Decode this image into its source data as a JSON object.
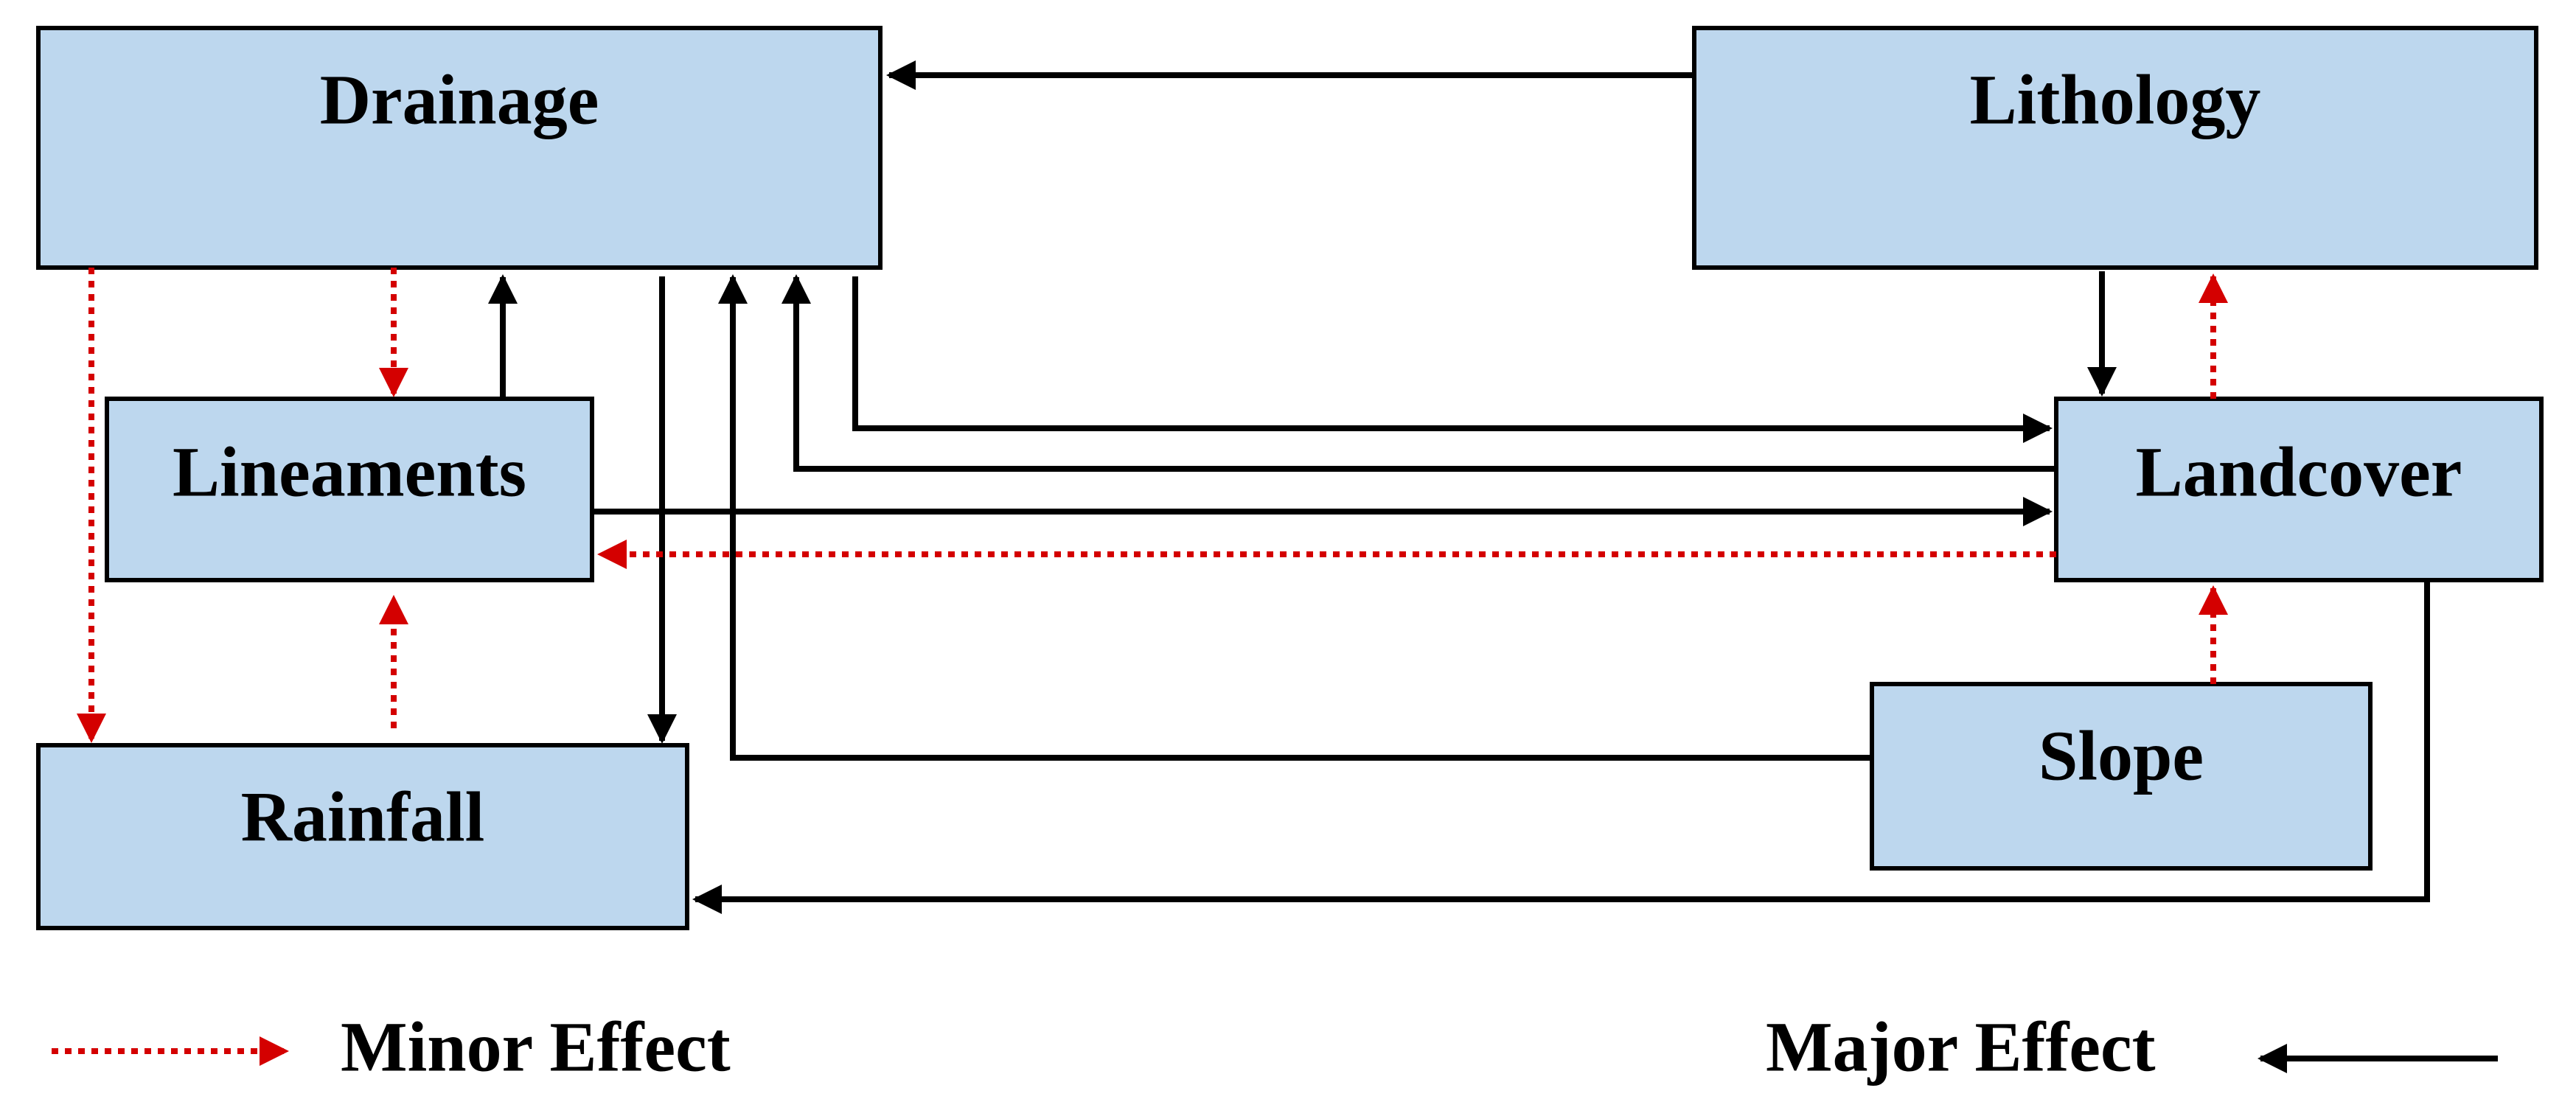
{
  "diagram": {
    "colors": {
      "box_fill": "#bdd7ee",
      "box_border": "#000000",
      "major": "#000000",
      "minor": "#d40000"
    },
    "nodes": {
      "drainage": "Drainage",
      "lithology": "Lithology",
      "lineaments": "Lineaments",
      "landcover": "Landcover",
      "slope": "Slope",
      "rainfall": "Rainfall"
    },
    "edges": [
      {
        "from": "Lithology",
        "to": "Drainage",
        "effect": "major"
      },
      {
        "from": "Lithology",
        "to": "Landcover",
        "effect": "major"
      },
      {
        "from": "Landcover",
        "to": "Lithology",
        "effect": "minor"
      },
      {
        "from": "Drainage",
        "to": "Lineaments",
        "effect": "minor"
      },
      {
        "from": "Lineaments",
        "to": "Drainage",
        "effect": "major"
      },
      {
        "from": "Drainage",
        "to": "Rainfall",
        "effect": "minor"
      },
      {
        "from": "Drainage",
        "to": "Rainfall",
        "effect": "major"
      },
      {
        "from": "Drainage",
        "to": "Landcover",
        "effect": "major"
      },
      {
        "from": "Landcover",
        "to": "Drainage",
        "effect": "major"
      },
      {
        "from": "Lineaments",
        "to": "Landcover",
        "effect": "major"
      },
      {
        "from": "Landcover",
        "to": "Lineaments",
        "effect": "minor"
      },
      {
        "from": "Rainfall",
        "to": "Lineaments",
        "effect": "minor"
      },
      {
        "from": "Slope",
        "to": "Drainage",
        "effect": "major"
      },
      {
        "from": "Slope",
        "to": "Landcover",
        "effect": "minor"
      },
      {
        "from": "Landcover",
        "to": "Rainfall",
        "effect": "major"
      }
    ],
    "legend": {
      "minor_label": "Minor Effect",
      "major_label": "Major Effect"
    }
  }
}
